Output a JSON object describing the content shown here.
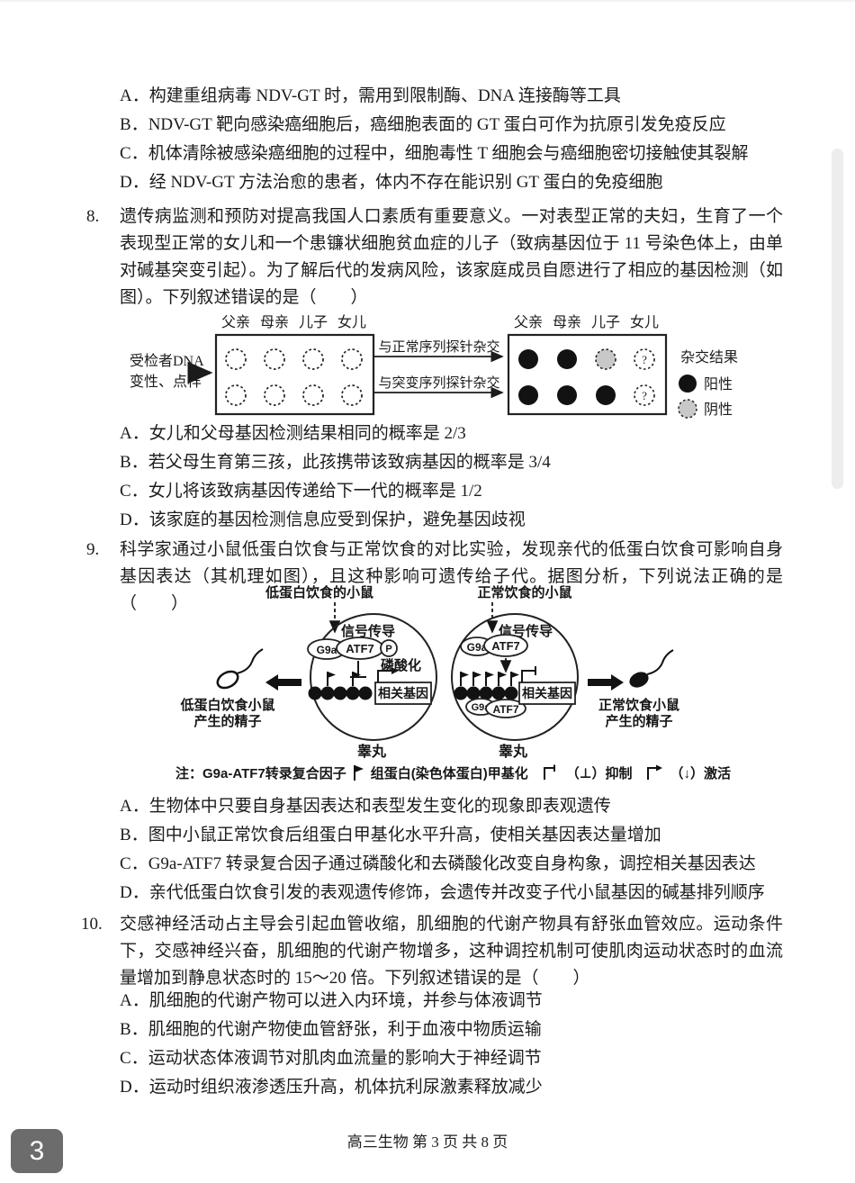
{
  "viewer": {
    "page_badge": "3",
    "footer": "高三生物 第 3 页 共 8 页"
  },
  "q7_options": [
    {
      "label": "A．",
      "text": "构建重组病毒 NDV-GT 时，需用到限制酶、DNA 连接酶等工具"
    },
    {
      "label": "B．",
      "text": "NDV-GT 靶向感染癌细胞后，癌细胞表面的 GT 蛋白可作为抗原引发免疫反应"
    },
    {
      "label": "C．",
      "text": "机体清除被感染癌细胞的过程中，细胞毒性 T 细胞会与癌细胞密切接触使其裂解"
    },
    {
      "label": "D．",
      "text": "经 NDV-GT 方法治愈的患者，体内不存在能识别 GT 蛋白的免疫细胞"
    }
  ],
  "q8": {
    "number": "8.",
    "stem": "遗传病监测和预防对提高我国人口素质有重要意义。一对表型正常的夫妇，生育了一个表现型正常的女儿和一个患镰状细胞贫血症的儿子（致病基因位于 11 号染色体上，由单对碱基突变引起）。为了解后代的发病风险，该家庭成员自愿进行了相应的基因检测（如图）。下列叙述错误的是（　　）",
    "diagram": {
      "source_label_1": "受检者DNA",
      "source_label_2": "变性、点样",
      "columns": [
        "父亲",
        "母亲",
        "儿子",
        "女儿"
      ],
      "probe_normal": "与正常序列探针杂交",
      "probe_mutant": "与突变序列探针杂交",
      "result_title": "杂交结果",
      "positive": "阳性",
      "negative": "阴性",
      "unknown_mark": "?",
      "row1_results": [
        "positive",
        "positive",
        "negative",
        "unknown"
      ],
      "row2_results": [
        "positive",
        "positive",
        "positive",
        "unknown"
      ]
    },
    "options": [
      {
        "label": "A．",
        "text": "女儿和父母基因检测结果相同的概率是 2/3"
      },
      {
        "label": "B．",
        "text": "若父母生育第三孩，此孩携带该致病基因的概率是 3/4"
      },
      {
        "label": "C．",
        "text": "女儿将该致病基因传递给下一代的概率是 1/2"
      },
      {
        "label": "D．",
        "text": "该家庭的基因检测信息应受到保护，避免基因歧视"
      }
    ]
  },
  "q9": {
    "number": "9.",
    "stem": "科学家通过小鼠低蛋白饮食与正常饮食的对比实验，发现亲代的低蛋白饮食可影响自身基因表达（其机理如图），且这种影响可遗传给子代。据图分析，下列说法正确的是（　　）",
    "diagram": {
      "left_title": "低蛋白饮食的小鼠",
      "right_title": "正常饮食的小鼠",
      "signal": "信号传导",
      "g9a": "G9a",
      "atf7": "ATF7",
      "p": "P",
      "phosphorylation": "磷酸化",
      "gene_box": "相关基因",
      "testis": "睾丸",
      "left_sperm_1": "低蛋白饮食小鼠",
      "left_sperm_2": "产生的精子",
      "right_sperm_1": "正常饮食小鼠",
      "right_sperm_2": "产生的精子",
      "note_prefix": "注：G9a-ATF7转录复合因子",
      "note_methyl": "组蛋白(染色体蛋白)甲基化",
      "note_inhibit": "（⊥）抑制",
      "note_activate": "（↓）激活"
    },
    "options": [
      {
        "label": "A．",
        "text": "生物体中只要自身基因表达和表型发生变化的现象即表观遗传"
      },
      {
        "label": "B．",
        "text": "图中小鼠正常饮食后组蛋白甲基化水平升高，使相关基因表达量增加"
      },
      {
        "label": "C．",
        "text": "G9a-ATF7 转录复合因子通过磷酸化和去磷酸化改变自身构象，调控相关基因表达"
      },
      {
        "label": "D．",
        "text": "亲代低蛋白饮食引发的表观遗传修饰，会遗传并改变子代小鼠基因的碱基排列顺序"
      }
    ]
  },
  "q10": {
    "number": "10.",
    "stem": "交感神经活动占主导会引起血管收缩，肌细胞的代谢产物具有舒张血管效应。运动条件下，交感神经兴奋，肌细胞的代谢产物增多，这种调控机制可使肌肉运动状态时的血流量增加到静息状态时的 15～20 倍。下列叙述错误的是（　　）",
    "options": [
      {
        "label": "A．",
        "text": "肌细胞的代谢产物可以进入内环境，并参与体液调节"
      },
      {
        "label": "B．",
        "text": "肌细胞的代谢产物使血管舒张，利于血液中物质运输"
      },
      {
        "label": "C．",
        "text": "运动状态体液调节对肌肉血流量的影响大于神经调节"
      },
      {
        "label": "D．",
        "text": "运动时组织液渗透压升高，机体抗利尿激素释放减少"
      }
    ]
  }
}
